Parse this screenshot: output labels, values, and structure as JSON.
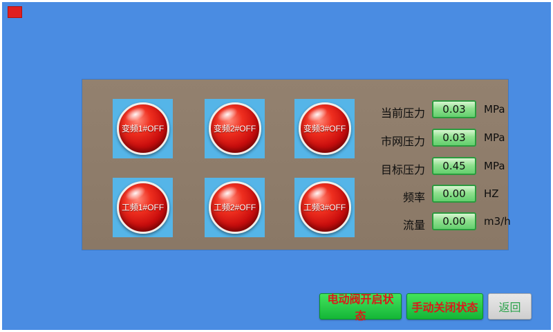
{
  "colors": {
    "background_blue": "#4a8ce2",
    "panel_brown": "#8e7c6a",
    "tile_blue": "#55b5e8",
    "button_red": "#d41010",
    "value_box_green": "#7fdc85",
    "value_box_border": "#2a9a3d",
    "footer_button_green": "#1ec845",
    "footer_button_text_red": "#d91a1a",
    "return_text_green": "#2aa24a",
    "indicator_red": "#e01f1f"
  },
  "pump_buttons": [
    {
      "label": "变频1#OFF"
    },
    {
      "label": "变频2#OFF"
    },
    {
      "label": "变频3#OFF"
    },
    {
      "label": "工频1#OFF"
    },
    {
      "label": "工频2#OFF"
    },
    {
      "label": "工频3#OFF"
    }
  ],
  "readings": [
    {
      "label": "当前压力",
      "value": "0.03",
      "unit": "MPa"
    },
    {
      "label": "市网压力",
      "value": "0.03",
      "unit": "MPa"
    },
    {
      "label": "目标压力",
      "value": "0.45",
      "unit": "MPa"
    },
    {
      "label": "频率",
      "value": "0.00",
      "unit": "HZ"
    },
    {
      "label": "流量",
      "value": "0.00",
      "unit": "m3/h"
    }
  ],
  "footer": {
    "valve_status_label": "电动阀开启状态",
    "manual_status_label": "手动关闭状态",
    "return_label": "返回"
  }
}
